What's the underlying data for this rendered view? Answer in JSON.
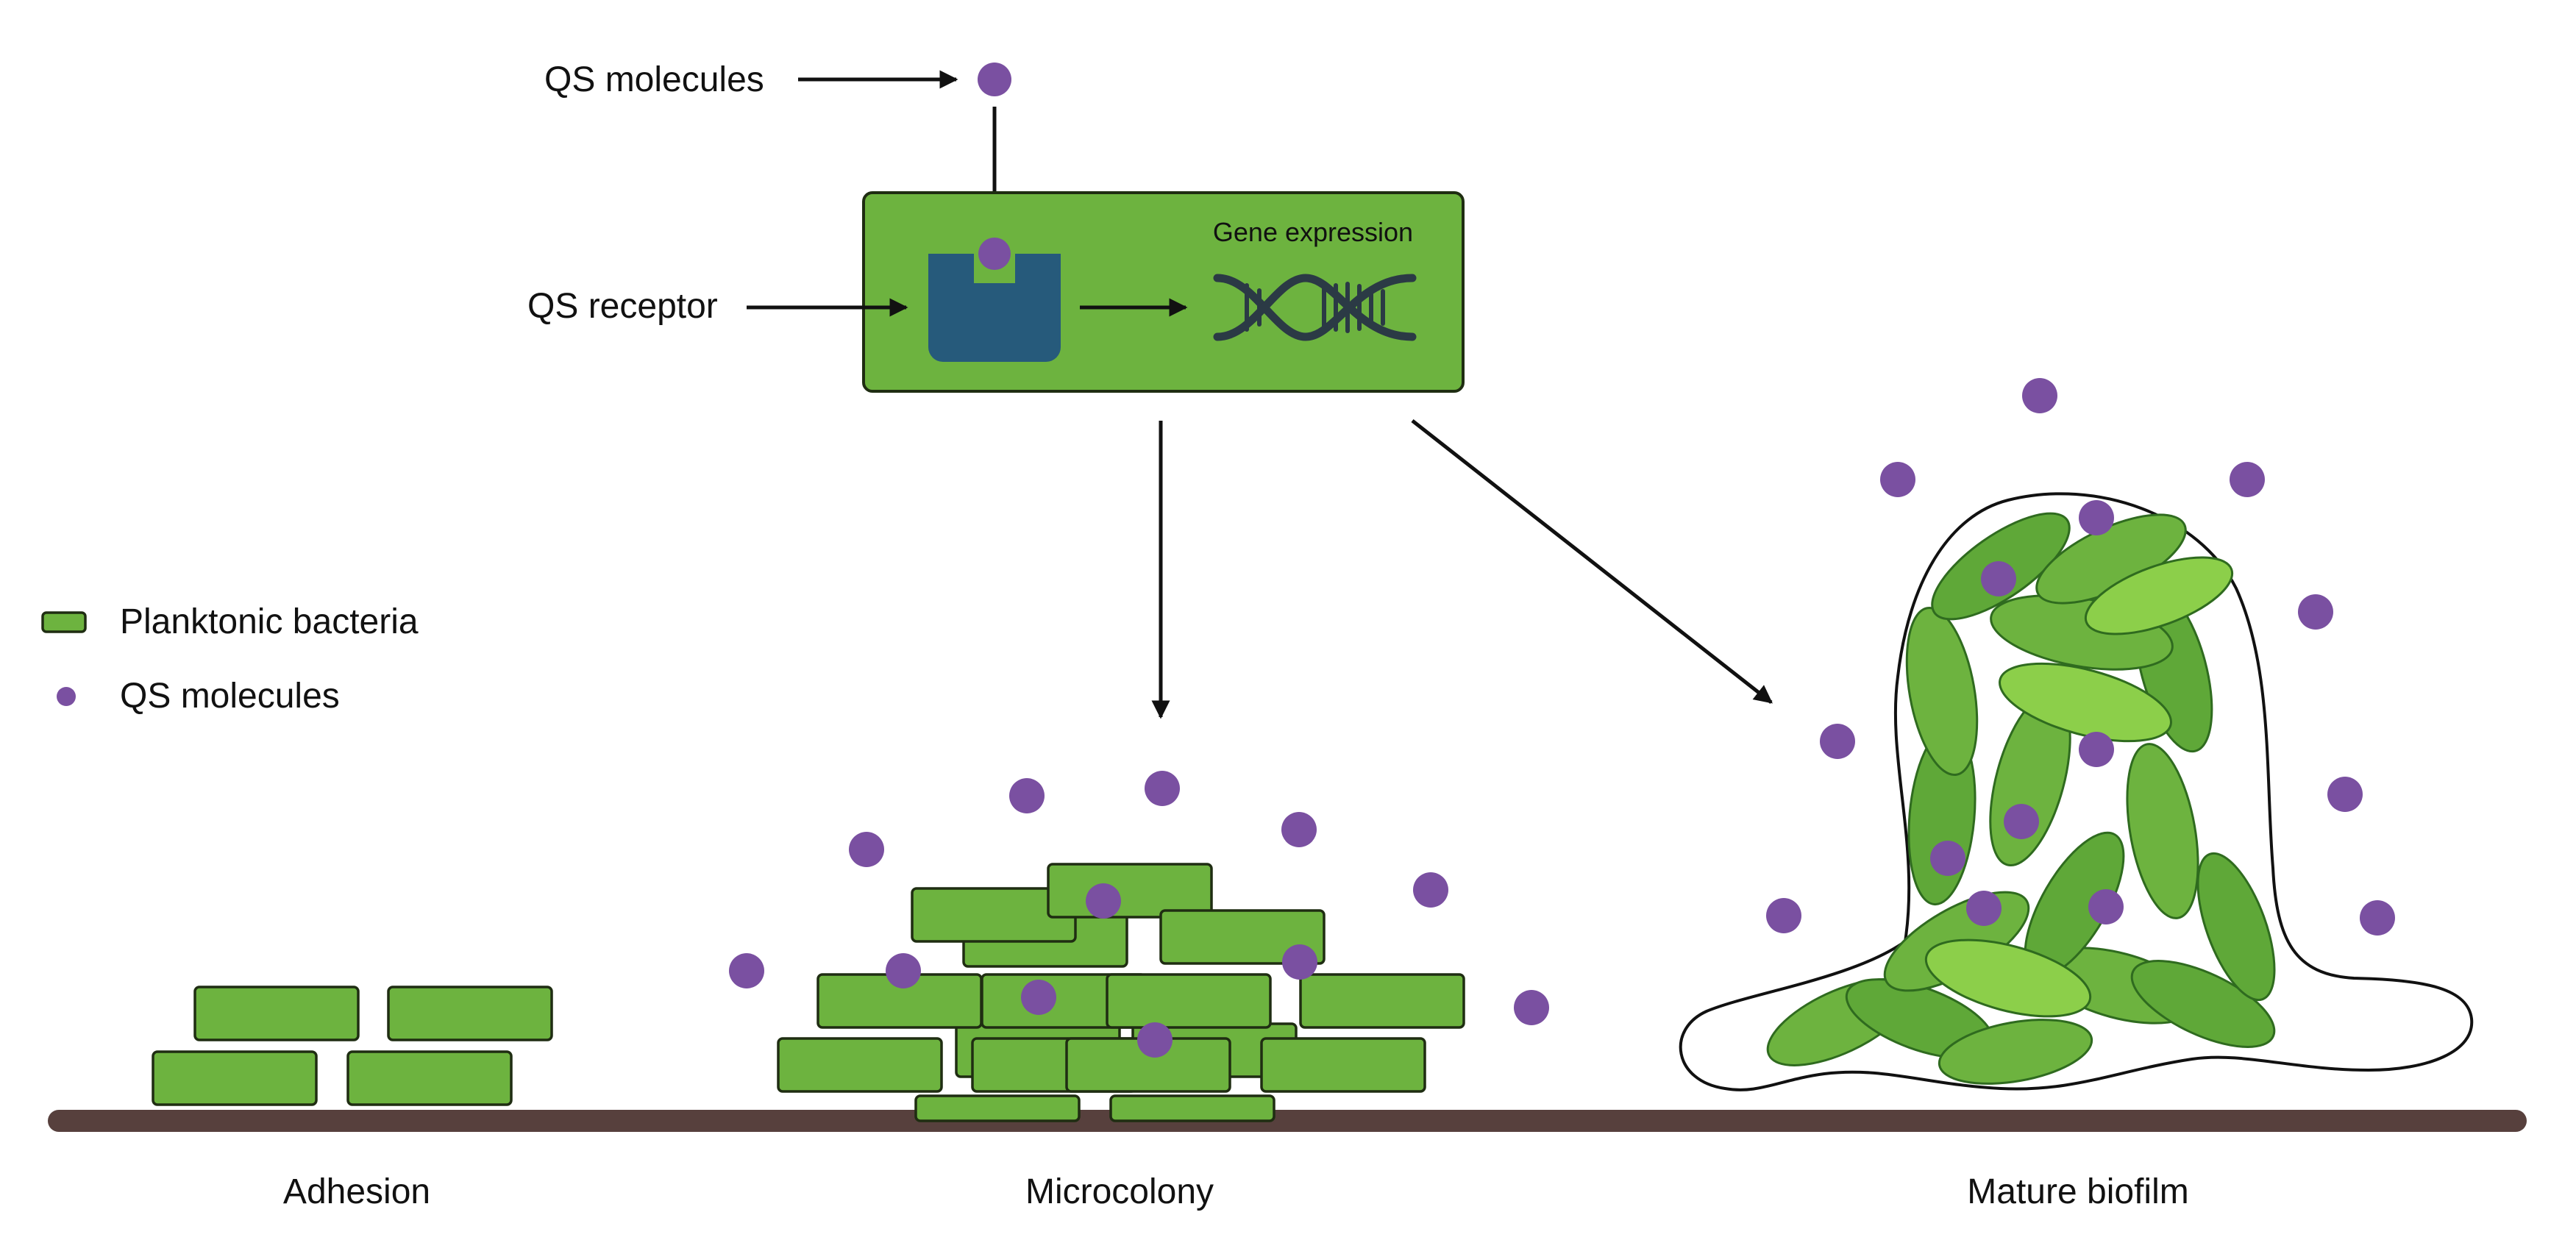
{
  "labels": {
    "qs_molecules_top": "QS molecules",
    "qs_receptor": "QS receptor",
    "gene_expression": "Gene expression"
  },
  "legend": {
    "items": [
      {
        "label": "Planktonic bacteria",
        "swatch": "bacterium"
      },
      {
        "label": "QS molecules",
        "swatch": "dot"
      }
    ]
  },
  "stages": [
    {
      "label": "Adhesion"
    },
    {
      "label": "Microcolony"
    },
    {
      "label": "Mature biofilm"
    }
  ],
  "icons": {
    "receptor": "receptor-icon",
    "dna": "dna-helix-icon"
  },
  "colors": {
    "bacteria_green": "#6db33f",
    "bacteria_outline": "#1f2d12",
    "qs_molecule": "#7a50a1",
    "receptor": "#265a7b",
    "dna": "#2b3a45",
    "surface": "#57403d",
    "biofilm_rod_light": "#8ccf4a",
    "biofilm_rod_dark": "#4e9a2e"
  }
}
